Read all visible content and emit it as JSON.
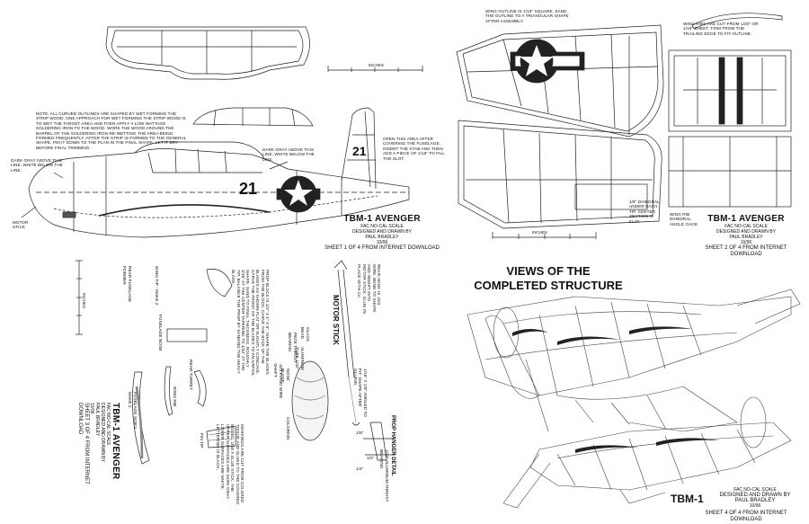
{
  "sheet1": {
    "note_main": "NOTE: ALL CURVED OUTLINES ARE SHAPED BY WET FORMING THE STRIP WOOD. ONE APPROACH FOR WET FORMING THE STRIP WOOD IS TO WET THE TARGET AREA AND THEN APPLY A LOW WATTAGE SOLDERING IRON TO THE WOOD. WORK THE WOOD AROUND THE BARREL OF THE SOLDERING IRON RE-WETTING THE AREA BEING FORMED FREQUENTLY. AFTER THE STRIP IS FORMED TO THE GENERAL SHAPE, PIN IT DOWN TO THE PLAN IN THE FINAL SHAPE. LET IT DRY BEFORE FINAL TRIMMING.",
    "note_dark_gray_left": "DARK GRAY ABOVE THIS LINE, WHITE BELOW THE LINE.",
    "note_dark_gray_mid": "DARK GRAY ABOVE THIS LINE, WHITE BELOW THE LINE.",
    "note_open_area": "OPEN THIS AREA AFTER COVERING THE FUSELAGE. INSERT THE STAB AND THEN ADD A PIECE OF 1/16\" TO FILL THE SLOT.",
    "motor_stick": "MOTOR STICK",
    "inches": "INCHES",
    "number": "21",
    "title": "TBM-1 AVENGER",
    "scale": "FAC NO-CAL SCALE",
    "designed": "DESIGNED AND DRAWN BY",
    "author": "PAUL BRADLEY",
    "date": "10/96",
    "sheet": "SHEET 1 OF 4 FROM INTERNET DOWNLOAD"
  },
  "sheet2": {
    "note_wing_outline": "WING OUTLINE IS 1/16\" SQUARE. SAND THE OUTLINE TO A TRIANGULAR SHAPE AFTER ASSEMBLY.",
    "note_wing_ribs": "WING RIBS ARE CUT FROM 1/20\" OR 1/16\" SHEET. TRIM FROM THE TRAILING EDGE TO FIT OUTLINE.",
    "note_dihedral": "1/8\" DIHEDRAL UNDER EACH TIP. CENTER SECTION IS FLAT.",
    "note_gage": "WING RIB DIHEDRAL ANGLE GAGE",
    "inches": "INCHES",
    "title": "TBM-1 AVENGER",
    "scale": "FAC NO-CAL SCALE",
    "designed": "DESIGNED AND DRAWN BY",
    "author": "PAUL BRADLEY",
    "date": "10/96",
    "sheet": "SHEET 2 OF 4 FROM INTERNET DOWNLOAD"
  },
  "sheet3": {
    "inches": "INCHES",
    "rear_fuselage_former": "REAR FUSELAGE FORMER",
    "wing_tip": "WING TIP - MAKE 2",
    "fuselage_nose": "FUSELAGE NOSE",
    "wing_rib": "WING RIB",
    "rear_turret": "REAR TURRET",
    "fuselage_sides": "FUSELAGE SIDES - MAKE 2",
    "fin_tip": "FIN TIP",
    "prop_note": "PROP BLOCK IS 1/2\" X 1\" X 6\". SHAPE THE BLADES FROM THE BLOCK. CARVE THE BACK OF THE BLADES AS SHOWN FLAT OR SLIGHTLY CONCAVE. CARVE THE FRONT OF THE BLADES TO AN AIRFOIL SHAPE. SAND TO FINAL THICKNESS. ROUGHLY 1/16\" AT THE CENTER TAPERING TO 1/32\" AT THE TIP. BALANCE THE PROP BY SANDING THE HEAVY BLADE.",
    "motor_stick": "MOTOR STICK",
    "rear_hook": "REAR HOOK IS .020 WIRE. BEND TO SHAPE AND INSERT INTO MOTOR STICK. GLUE IN PLACE WITH CA.",
    "glass_bead": "GLASS BEAD",
    "aluminum_tube": "ALUMINUM TUBE 1/32\"",
    "nose_block": "NOSE BLOCK",
    "thrust_bearing": "PECK THRUST BEARING",
    "prop_shaft": ".020 PIANO WIRE SHAFT",
    "coloring": "COLORING",
    "coloring_note": "MARKINGS ARE CUT FROM COLORED TISSUE AND GLUED TO THE COVERED MODEL. USE A GLUE STICK. THE UPPER SURFACES ARE DARK GRAY. LOWER SURFACES ARE WHITE. LETTERING IS BLACK.",
    "prop_hanger": "PROP HANGER DETAIL",
    "hanger_note": "1/32\" ALUMINUM THRUST BEARING",
    "dim_1": "1/8\"",
    "dim_2": "1/2\"",
    "dim_3": "1/4\"",
    "tube_note": "1/16\" X 1/8\" ANGLED TO FIT. SHAPE AFTER GLUING.",
    "title": "TBM-1 AVENGER",
    "scale": "FAC NO-CAL SCALE",
    "designed": "DESIGNED AND DRAWN BY",
    "author": "PAUL BRADLEY",
    "date": "10/96",
    "sheet": "SHEET 3 OF 4 FROM INTERNET DOWNLOAD"
  },
  "sheet4": {
    "heading_line1": "VIEWS OF THE",
    "heading_line2": "COMPLETED STRUCTURE",
    "title": "TBM-1",
    "scale": "FAC NO-CAL SCALE",
    "designed": "DESIGNED AND DRAWN BY",
    "author": "PAUL BRADLEY",
    "date": "10/96",
    "sheet": "SHEET 4 OF 4 FROM INTERNET DOWNLOAD"
  }
}
